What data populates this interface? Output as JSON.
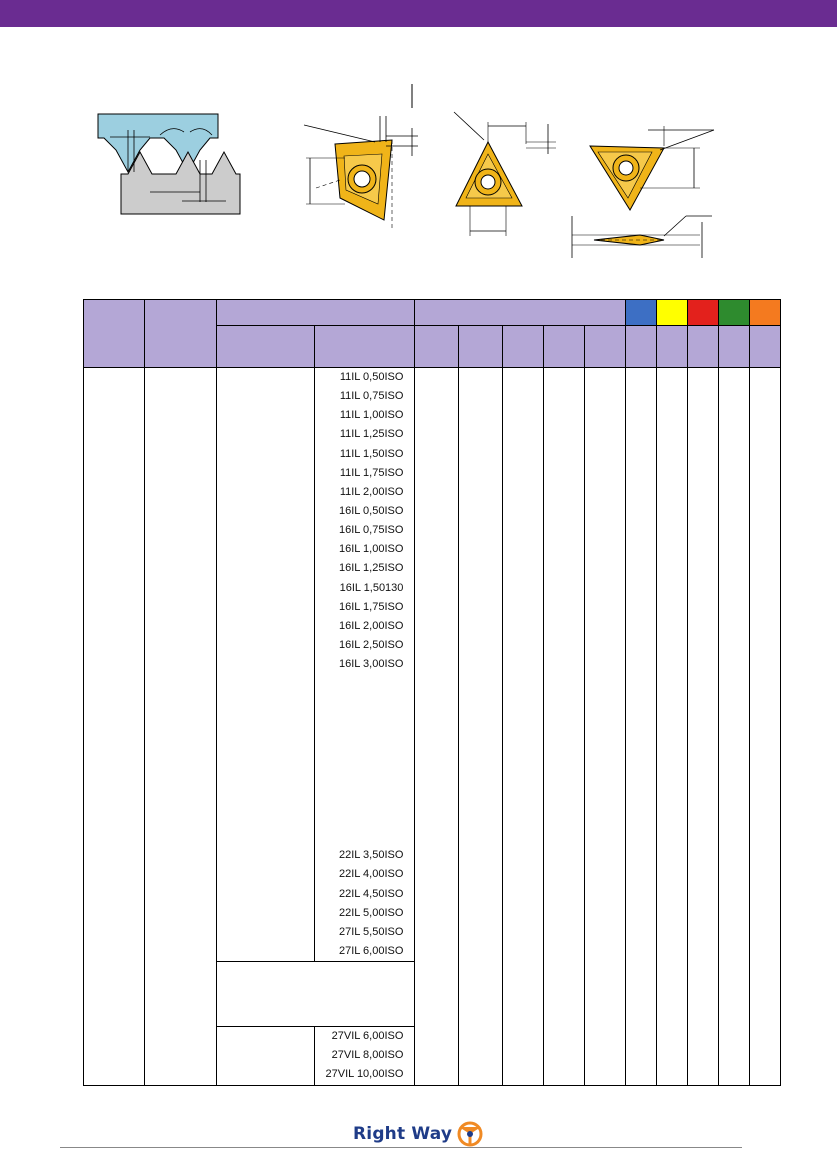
{
  "colors": {
    "header_bar": "#6a2c91",
    "table_header": "#b4a7d6",
    "insert_gold": "#f0b419",
    "thread_blue": "#9ccfe0",
    "thread_gray": "#cccccc",
    "brand_blue": "#1f3c88",
    "brand_orange": "#f08a24"
  },
  "material_swatches": [
    "#3d6fc4",
    "#ffff00",
    "#e3211c",
    "#2e8b2e",
    "#f47a1f"
  ],
  "table": {
    "group_a_codes": [
      "11IL 0,50ISO",
      "11IL 0,75ISO",
      "11IL 1,00ISO",
      "11IL 1,25ISO",
      "11IL 1,50ISO",
      "11IL 1,75ISO",
      "11IL 2,00ISO",
      "16IL 0,50ISO",
      "16IL 0,75ISO",
      "16IL 1,00ISO",
      "16IL 1,25ISO",
      "16IL 1,50130",
      "16IL 1,75ISO",
      "16IL 2,00ISO",
      "16IL 2,50ISO",
      "16IL 3,00ISO"
    ],
    "group_b_codes": [
      "22IL 3,50ISO",
      "22IL 4,00ISO",
      "22IL 4,50ISO",
      "22IL 5,00ISO",
      "27IL 5,50ISO",
      "27IL 6,00ISO"
    ],
    "group_c_codes": [
      "27VIL 6,00ISO",
      "27VIL 8,00ISO",
      "27VIL 10,00ISO"
    ]
  },
  "footer": {
    "brand": "Right Way",
    "logo_icon": "right-way-logo-icon"
  }
}
